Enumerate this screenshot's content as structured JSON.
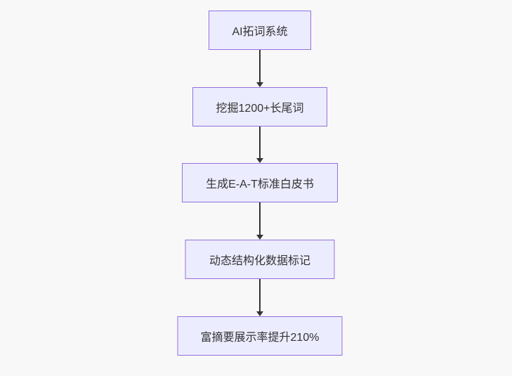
{
  "flowchart": {
    "direction": "top-down",
    "nodes": [
      {
        "label": "AI拓词系统"
      },
      {
        "label": "挖掘1200+长尾词"
      },
      {
        "label": "生成E-A-T标准白皮书"
      },
      {
        "label": "动态结构化数据标记"
      },
      {
        "label": "富摘要展示率提升210%"
      }
    ],
    "edges": [
      {
        "from": 0,
        "to": 1
      },
      {
        "from": 1,
        "to": 2
      },
      {
        "from": 2,
        "to": 3
      },
      {
        "from": 3,
        "to": 4
      }
    ]
  },
  "colors": {
    "background": "#f8f8f8",
    "node_fill": "#ECECFF",
    "node_stroke": "#9370DB",
    "edge_color": "#333333",
    "text_color": "#333333"
  }
}
